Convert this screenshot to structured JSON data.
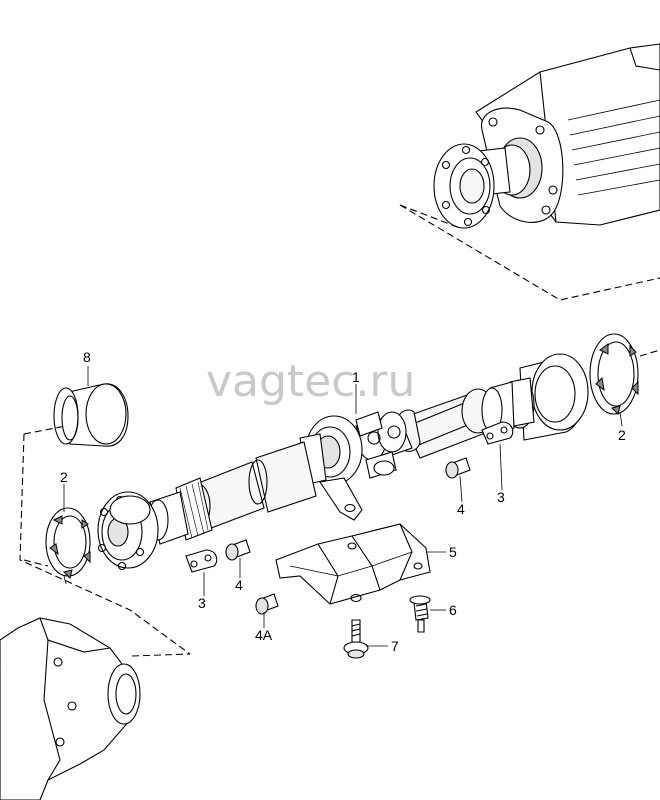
{
  "watermark": "vagtec.ru",
  "callouts": [
    {
      "id": "8",
      "label": "8"
    },
    {
      "id": "2a",
      "label": "2"
    },
    {
      "id": "2b",
      "label": "2"
    },
    {
      "id": "1",
      "label": "1"
    },
    {
      "id": "3a",
      "label": "3"
    },
    {
      "id": "3b",
      "label": "3"
    },
    {
      "id": "4a",
      "label": "4"
    },
    {
      "id": "4b",
      "label": "4"
    },
    {
      "id": "4A",
      "label": "4A"
    },
    {
      "id": "5",
      "label": "5"
    },
    {
      "id": "6",
      "label": "6"
    },
    {
      "id": "7",
      "label": "7"
    }
  ]
}
